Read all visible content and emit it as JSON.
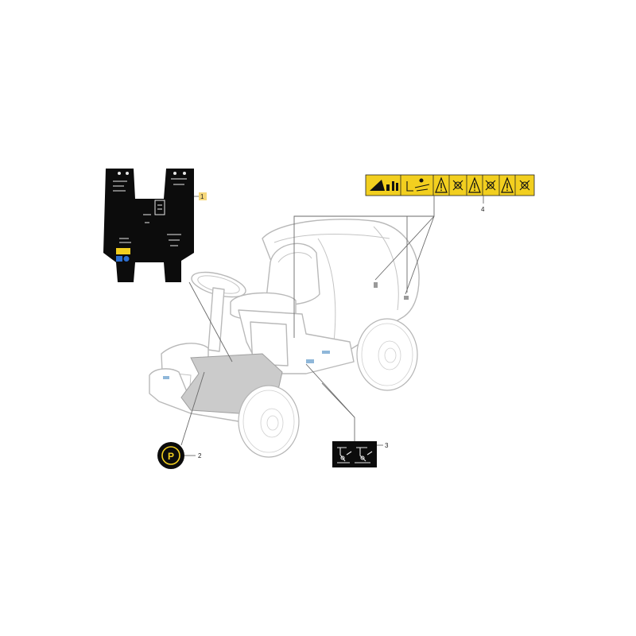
{
  "callouts": [
    {
      "number": "1"
    },
    {
      "number": "2"
    },
    {
      "number": "3"
    },
    {
      "number": "4"
    }
  ],
  "colors": {
    "decal_black": "#0c0c0c",
    "warning_yellow": "#f2cf1f",
    "callout_highlight": "#f5d77a",
    "footplate_gray": "#cbcbcb",
    "outline_gray": "#b9b9b9",
    "leader_line": "#6a6a6a"
  },
  "icons": [
    "parking-brake-icon",
    "warning-triangle-icon",
    "rotating-blade-icon",
    "seat-operator-icon",
    "tipping-hazard-icon"
  ],
  "parking_symbol": "P"
}
